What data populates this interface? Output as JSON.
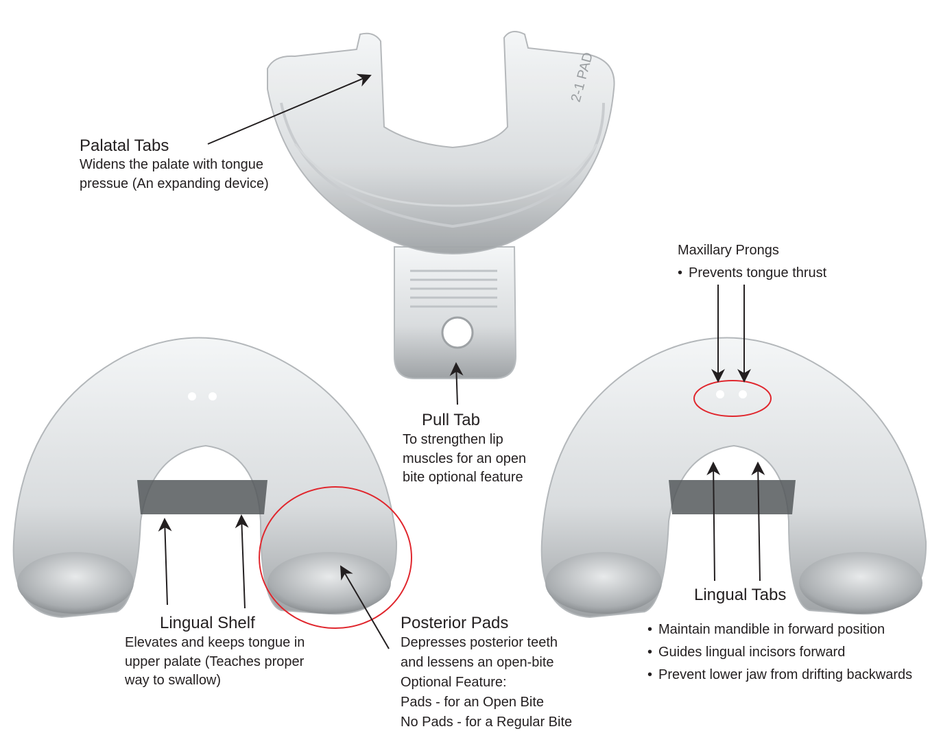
{
  "device_engraving": "2-1 PAD",
  "colors": {
    "annotation_circle": "#e0262d",
    "text": "#231f20",
    "arrow": "#231f20"
  },
  "annotations": {
    "palatal_tabs": {
      "title": "Palatal Tabs",
      "lines": [
        "Widens the palate with tongue",
        "pressue (An expanding device)"
      ]
    },
    "pull_tab": {
      "title": "Pull Tab",
      "lines": [
        "To strengthen lip",
        "muscles for an open",
        "bite optional feature"
      ]
    },
    "maxillary_prongs": {
      "title": "Maxillary Prongs",
      "bullets": [
        "Prevents tongue thrust"
      ]
    },
    "lingual_shelf": {
      "title": "Lingual Shelf",
      "lines": [
        "Elevates and keeps tongue in",
        "upper palate (Teaches proper",
        "way to swallow)"
      ]
    },
    "posterior_pads": {
      "title": "Posterior Pads",
      "lines": [
        "Depresses posterior teeth",
        "and lessens an open-bite",
        "Optional Feature:",
        "Pads - for an Open Bite",
        "No Pads - for a Regular Bite"
      ]
    },
    "lingual_tabs": {
      "title": "Lingual Tabs",
      "bullets": [
        "Maintain mandible in forward position",
        "Guides lingual incisors forward",
        "Prevent lower jaw from drifting backwards"
      ]
    }
  }
}
